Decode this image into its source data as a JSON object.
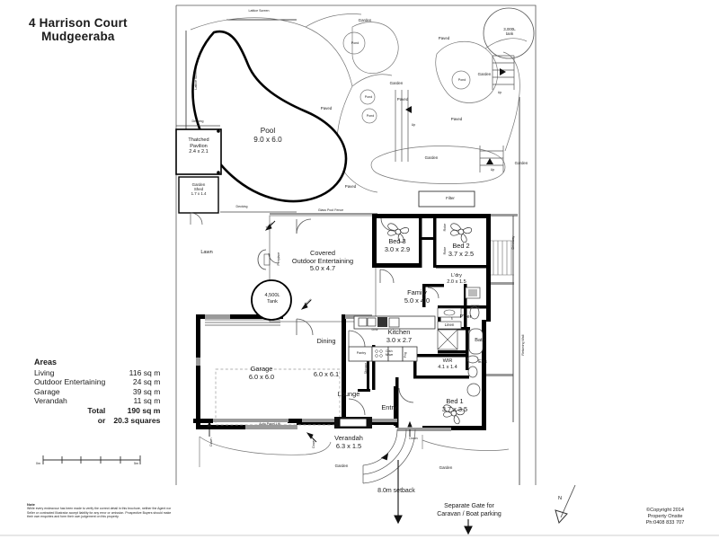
{
  "header": {
    "address_line1": "4 Harrison Court",
    "address_line2": "Mudgeeraba"
  },
  "areas": {
    "heading": "Areas",
    "rows": [
      {
        "label": "Living",
        "value": "116 sq m"
      },
      {
        "label": "Outdoor Entertaining",
        "value": "24 sq m"
      },
      {
        "label": "Garage",
        "value": "39 sq m"
      },
      {
        "label": "Verandah",
        "value": "11 sq m"
      }
    ],
    "total_label": "Total",
    "total_value": "190 sq m",
    "or_label": "or",
    "or_value": "20.3 squares"
  },
  "scale": {
    "start": "0m",
    "end": "5m"
  },
  "compass": {
    "label": "N"
  },
  "rooms": [
    {
      "name": "Pool",
      "dims": "9.0 x 6.0"
    },
    {
      "name": "Thatched Pavilion",
      "dims": "2.4 x 2.1"
    },
    {
      "name": "Garden Shed",
      "dims": "1.7 x 1.4"
    },
    {
      "name": "Covered Outdoor Entertaining",
      "dims": "5.0 x 4.7"
    },
    {
      "name": "Bed 3",
      "dims": "3.0 x 2.9"
    },
    {
      "name": "Bed 2",
      "dims": "3.7 x 2.5"
    },
    {
      "name": "Bed 1",
      "dims": "3.7 x 3.5"
    },
    {
      "name": "Family",
      "dims": "5.0 x 4.0"
    },
    {
      "name": "L'dry",
      "dims": "2.0 x 1.5"
    },
    {
      "name": "Kitchen",
      "dims": "3.0 x 2.7"
    },
    {
      "name": "Dining",
      "dims": "6.0 x 6.1"
    },
    {
      "name": "Garage",
      "dims": "6.0 x 6.0"
    },
    {
      "name": "Verandah",
      "dims": "6.3 x 1.5"
    },
    {
      "name": "WIR",
      "dims": "4.1 x 1.4"
    }
  ],
  "labels": {
    "pool_name": "Pool",
    "pool_dims": "9.0 x 6.0",
    "pavilion_l1": "Thatched",
    "pavilion_l2": "Pavilion",
    "pavilion_dims": "2.4 x 2.1",
    "shed_l1": "Garden",
    "shed_l2": "Shed",
    "shed_dims": "1.7 x 1.4",
    "covered_l1": "Covered",
    "covered_l2": "Outdoor Entertaining",
    "covered_dims": "5.0 x 4.7",
    "bed3_name": "Bed 3",
    "bed3_dims": "3.0 x 2.9",
    "bed2_name": "Bed 2",
    "bed2_dims": "3.7 x 2.5",
    "bed1_name": "Bed 1",
    "bed1_dims": "3.7 x 3.5",
    "family_name": "Family",
    "family_dims": "5.0 x 4.0",
    "ldry_name": "L'dry",
    "ldry_dims": "2.0 x 1.5",
    "kitchen_name": "Kitchen",
    "kitchen_dims": "3.0 x 2.7",
    "dining_name": "Dining",
    "dining_dims": "6.0 x 6.1",
    "lounge_name": "Lounge",
    "entry_name": "Entry",
    "garage_name": "Garage",
    "garage_dims": "6.0 x 6.0",
    "verandah_name": "Verandah",
    "verandah_dims": "6.3 x 1.5",
    "wir_name": "WIR",
    "wir_dims": "4.1 x 1.4",
    "bath": "Bath",
    "ens": "Ens",
    "pder": "P'der",
    "linen": "Linen",
    "lawn": "Lawn",
    "tank_4500_l1": "4,500L",
    "tank_4500_l2": "Tank",
    "tank_3000_l1": "3,000L",
    "tank_3000_l2": "tank",
    "fireplace": "Fireplace",
    "filter": "Filter",
    "driveway": "Driveway",
    "retaining_wall": "Retaining Wall",
    "lattice_screen": "Lattice Screen",
    "glass_pool_fence": "Glass Pool Fence",
    "decking": "Decking",
    "paved": "Paved",
    "garden": "Garden",
    "pond": "Pond",
    "up": "Up",
    "down": "Down",
    "robe": "Robe",
    "pantry": "Pantry",
    "storage": "Storage",
    "frig": "Frig",
    "dw": "D/W",
    "dish_mwe_l1": "Dish",
    "dish_mwe_l2": "M/we",
    "auto_panel_lift": "Auto Panel Lift",
    "setback": "8.0m setback",
    "gate_l1": "Separate Gate for",
    "gate_l2": "Caravan / Boat parking"
  },
  "note": {
    "heading": "Note",
    "body": "While every endeavour has been made to verify the correct detail in this brochure, neither the Agent nor Seller or contracted Illustrator accept liability for any error or omission. Prospective Buyers should make their own enquiries and form their own judgement on this property."
  },
  "copyright": {
    "line1": "©Copyright 2014",
    "line2": "Property Onsite",
    "line3": "Ph:0408 833 707"
  },
  "colors": {
    "wall": "#000000",
    "thin": "#3a3a3a",
    "light": "#9a9a9a",
    "text": "#1a1a1a",
    "page": "#ffffff"
  }
}
